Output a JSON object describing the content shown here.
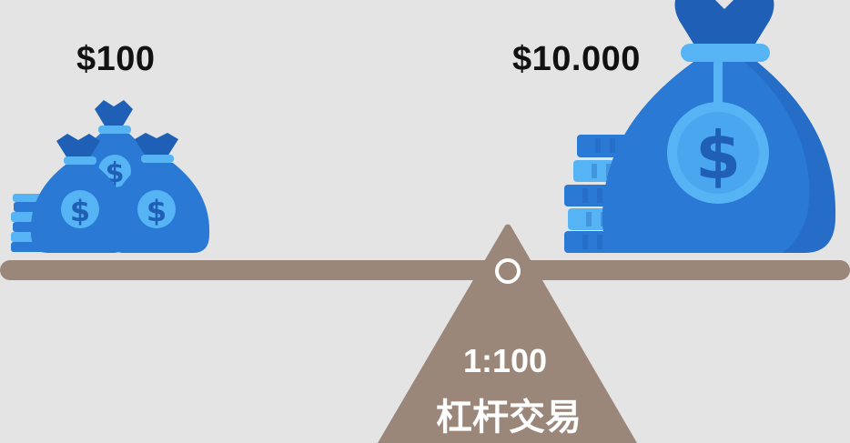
{
  "left_amount": "$100",
  "right_amount": "$10.000",
  "ratio": "1:100",
  "caption": "杠杆交易",
  "icons": {
    "left": [
      "coin-stack-icon",
      "money-bag-icon"
    ],
    "right": [
      "coin-stack-icon",
      "money-bag-icon"
    ],
    "symbol": "dollar-sign"
  },
  "colors": {
    "background": "#e5e4e4",
    "beam": "#9b877a",
    "bag_dark": "#1f5fb5",
    "bag_mid": "#2a79d4",
    "bag_light": "#56b4f5",
    "text_dark": "#111111",
    "text_light": "#ffffff"
  }
}
